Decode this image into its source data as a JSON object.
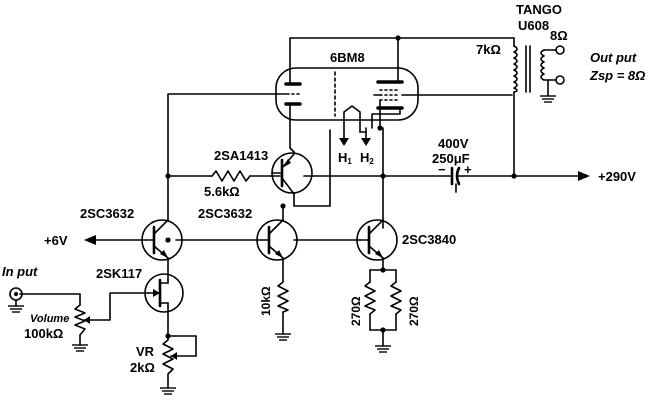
{
  "labels": {
    "tube": "6BM8",
    "transformer_name": "TANGO",
    "transformer_model": "U608",
    "primary": "7kΩ",
    "secondary": "8Ω",
    "output": "Out put",
    "zsp": "Zsp = 8Ω",
    "h1_base": "H",
    "h1_sub": "1",
    "h2_base": "H",
    "h2_sub": "2",
    "q_2sa1413": "2SA1413",
    "r_5k6": "5.6kΩ",
    "cap_voltage": "400V",
    "cap_value": "250μF",
    "cap_minus": "−",
    "cap_plus": "+",
    "supply_290": "+290V",
    "q_2sc3632_left": "2SC3632",
    "q_2sc3632_mid": "2SC3632",
    "q_2sc3840": "2SC3840",
    "supply_6": "+6V",
    "input": "In put",
    "q_2sk117": "2SK117",
    "volume_label": "Volume",
    "volume_value": "100kΩ",
    "vr_label": "VR",
    "vr_value": "2kΩ",
    "r_10k": "10kΩ",
    "r_270_a": "270Ω",
    "r_270_b": "270Ω"
  }
}
